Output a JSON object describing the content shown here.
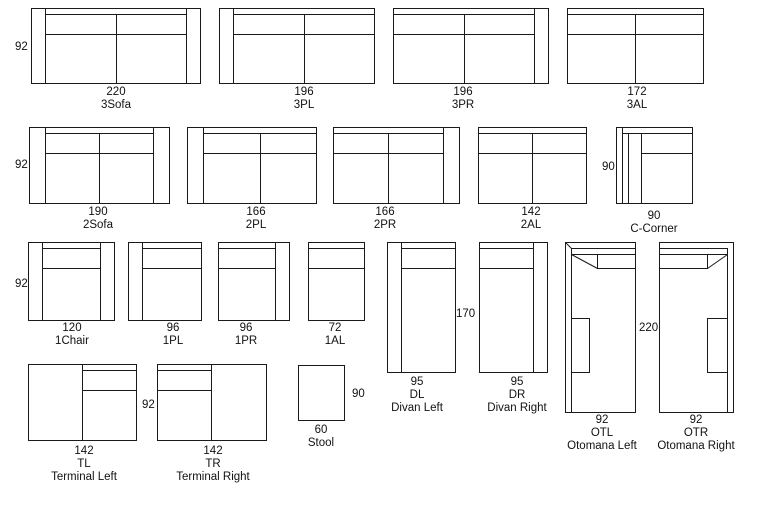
{
  "colors": {
    "line": "#1a1a1a",
    "background": "#ffffff"
  },
  "modules": [
    {
      "id": "3sofa",
      "width": "220",
      "name": "3Sofa"
    },
    {
      "id": "3pl",
      "width": "196",
      "name": "3PL"
    },
    {
      "id": "3pr",
      "width": "196",
      "name": "3PR"
    },
    {
      "id": "3al",
      "width": "172",
      "name": "3AL"
    },
    {
      "id": "2sofa",
      "width": "190",
      "name": "2Sofa"
    },
    {
      "id": "2pl",
      "width": "166",
      "name": "2PL"
    },
    {
      "id": "2pr",
      "width": "166",
      "name": "2PR"
    },
    {
      "id": "2al",
      "width": "142",
      "name": "2AL"
    },
    {
      "id": "c-corner",
      "width": "90",
      "name": "C-Corner"
    },
    {
      "id": "1chair",
      "width": "120",
      "name": "1Chair"
    },
    {
      "id": "1pl",
      "width": "96",
      "name": "1PL"
    },
    {
      "id": "1pr",
      "width": "96",
      "name": "1PR"
    },
    {
      "id": "1al",
      "width": "72",
      "name": "1AL"
    },
    {
      "id": "dl",
      "width": "95",
      "name": "DL",
      "desc": "Divan Left"
    },
    {
      "id": "dr",
      "width": "95",
      "name": "DR",
      "desc": "Divan Right"
    },
    {
      "id": "otl",
      "width": "92",
      "name": "OTL",
      "desc": "Otomana Left"
    },
    {
      "id": "otr",
      "width": "92",
      "name": "OTR",
      "desc": "Otomana Right"
    },
    {
      "id": "tl",
      "width": "142",
      "name": "TL",
      "desc": "Terminal Left"
    },
    {
      "id": "tr",
      "width": "142",
      "name": "TR",
      "desc": "Terminal Right"
    },
    {
      "id": "stool",
      "width": "60",
      "name": "Stool"
    }
  ],
  "depths": {
    "row1": "92",
    "row2": "92",
    "row3": "92",
    "terminal": "92",
    "corner": "90",
    "stool": "90",
    "divan": "170",
    "otomana": "220"
  }
}
